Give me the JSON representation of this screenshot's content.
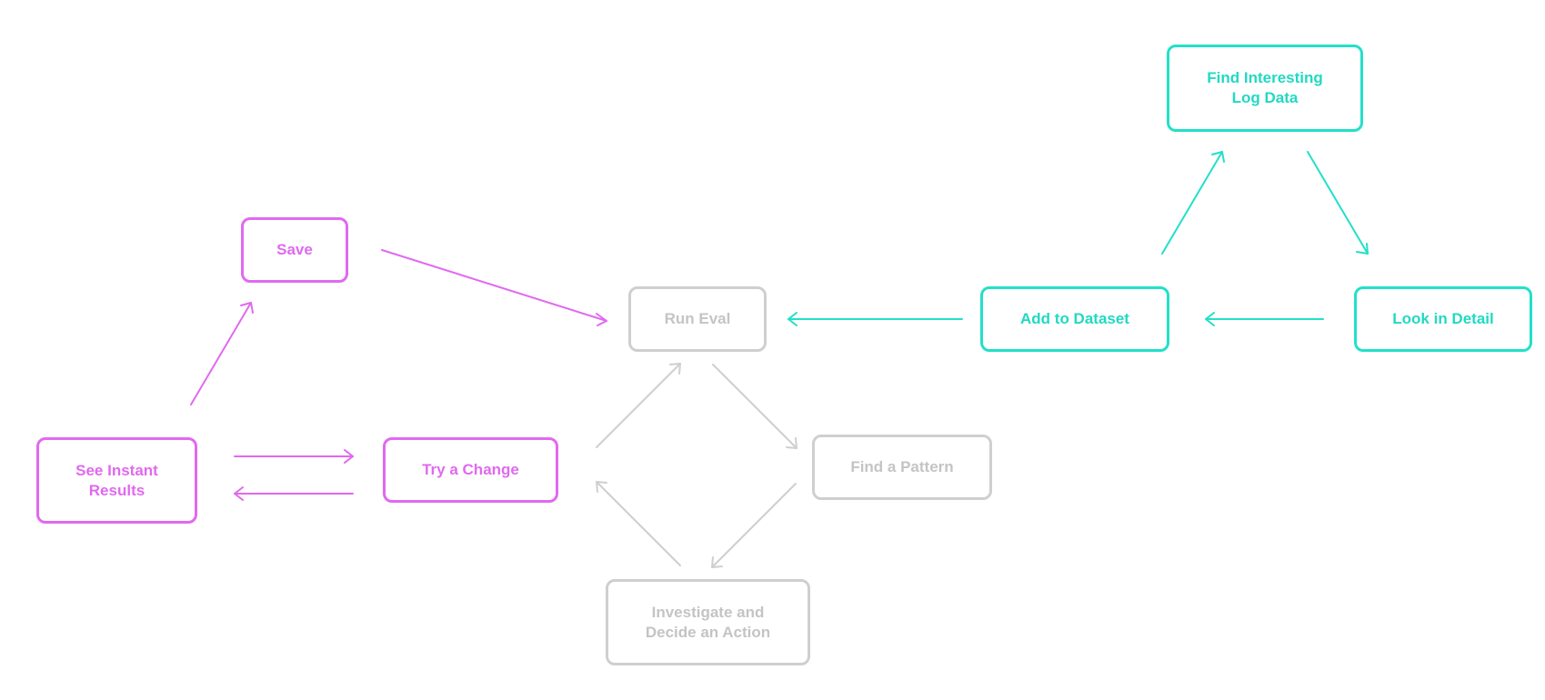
{
  "colors": {
    "pink": "#e169f0",
    "gray": "#cfcfcf",
    "teal": "#22e0c9"
  },
  "nodes": {
    "save": "Save",
    "see_instant_results": "See Instant\nResults",
    "try_a_change": "Try a Change",
    "run_eval": "Run Eval",
    "find_a_pattern": "Find a Pattern",
    "investigate": "Investigate and\nDecide an Action",
    "add_to_dataset": "Add to Dataset",
    "find_interesting_log_data": "Find Interesting\nLog Data",
    "look_in_detail": "Look in Detail"
  },
  "edges": [
    {
      "from": "see_instant_results",
      "to": "save",
      "color": "pink"
    },
    {
      "from": "save",
      "to": "run_eval",
      "color": "pink"
    },
    {
      "from": "see_instant_results",
      "to": "try_a_change",
      "color": "pink"
    },
    {
      "from": "try_a_change",
      "to": "see_instant_results",
      "color": "pink"
    },
    {
      "from": "try_a_change",
      "to": "run_eval",
      "color": "gray"
    },
    {
      "from": "run_eval",
      "to": "find_a_pattern",
      "color": "gray"
    },
    {
      "from": "find_a_pattern",
      "to": "investigate",
      "color": "gray"
    },
    {
      "from": "investigate",
      "to": "try_a_change",
      "color": "gray"
    },
    {
      "from": "add_to_dataset",
      "to": "run_eval",
      "color": "teal"
    },
    {
      "from": "look_in_detail",
      "to": "add_to_dataset",
      "color": "teal"
    },
    {
      "from": "add_to_dataset",
      "to": "find_interesting_log_data",
      "color": "teal"
    },
    {
      "from": "find_interesting_log_data",
      "to": "look_in_detail",
      "color": "teal"
    }
  ]
}
